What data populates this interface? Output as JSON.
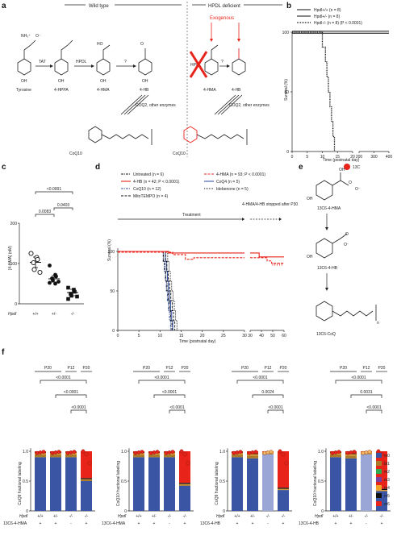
{
  "colors": {
    "red": "#e8231a",
    "blue": "#3a55a4",
    "lightblue": "#9aa6d6",
    "m0": "#3a55a4",
    "m1": "#a87a2a",
    "m2": "#2fa84f",
    "m3": "#7a3fa0",
    "m4": "#f2a227",
    "m5": "#111111",
    "m6": "#e8231a"
  },
  "panel_labels": [
    "a",
    "b",
    "c",
    "d",
    "e",
    "f"
  ],
  "panel_a": {
    "left_title": "Wild type",
    "right_title": "HPDL deficient",
    "exogenous": "Exogenous",
    "molecules": [
      "Tyrosine",
      "4-HPPA",
      "4-HMA",
      "4-HB",
      "4-HMA",
      "4-HB"
    ],
    "enzymes": [
      "TAT",
      "HPDL",
      "?",
      "?",
      "HPDL"
    ],
    "coq_label": "COQ2, other enzymes",
    "coq_product": "CoQ10",
    "chem_text": [
      "NH₃⁺",
      "O⁻",
      "OH",
      "O",
      "HO"
    ]
  },
  "chart_data": [
    {
      "id": "b",
      "type": "line",
      "xlabel": "Time (postnatal day)",
      "ylabel": "Survival (%)",
      "xticks": [
        "0",
        "5",
        "10",
        "15",
        "20",
        "200",
        "300",
        "400"
      ],
      "yticks": [
        "0",
        "50",
        "100"
      ],
      "series": [
        {
          "name": "Hpdl+/+ (n = 8)",
          "style": "solid",
          "points": [
            [
              0,
              100
            ],
            [
              20,
              100
            ],
            [
              400,
              100
            ]
          ]
        },
        {
          "name": "Hpdl+/- (n = 8)",
          "style": "solid",
          "points": [
            [
              0,
              100
            ],
            [
              20,
              100
            ],
            [
              400,
              100
            ]
          ]
        },
        {
          "name": "Hpdl-/- (n = 8) (P < 0.0001)",
          "style": "dotted",
          "points": [
            [
              0,
              100
            ],
            [
              10,
              100
            ],
            [
              10,
              87.5
            ],
            [
              11,
              87.5
            ],
            [
              11,
              75
            ],
            [
              11.5,
              75
            ],
            [
              11.5,
              62.5
            ],
            [
              12,
              62.5
            ],
            [
              12,
              50
            ],
            [
              12.5,
              50
            ],
            [
              12.5,
              37.5
            ],
            [
              13,
              37.5
            ],
            [
              13,
              25
            ],
            [
              13.5,
              25
            ],
            [
              13.5,
              12.5
            ],
            [
              14,
              12.5
            ],
            [
              14,
              0
            ]
          ]
        }
      ]
    },
    {
      "id": "c",
      "type": "scatter",
      "ylabel": "[4-HMA] (nM)",
      "xlabel_prefix": "Hpdl",
      "categories": [
        "+/+",
        "+/-",
        "-/-"
      ],
      "yticks": [
        "0",
        "100",
        "200"
      ],
      "ylim": [
        0,
        200
      ],
      "groups": [
        {
          "category": "+/+",
          "mean": 103,
          "sem": 13,
          "values": [
            125,
            115,
            110,
            102,
            85,
            78
          ]
        },
        {
          "category": "+/-",
          "mean": 62,
          "sem": 8,
          "values": [
            95,
            72,
            68,
            63,
            58,
            55,
            52,
            50
          ]
        },
        {
          "category": "-/-",
          "mean": 28,
          "sem": 8,
          "values": [
            40,
            35,
            30,
            25,
            20,
            18,
            12
          ]
        }
      ],
      "comparisons": [
        {
          "label": "<0.0001",
          "from": "+/+",
          "to": "-/-"
        },
        {
          "label": "0.0403",
          "from": "+/-",
          "to": "-/-"
        },
        {
          "label": "0.0083",
          "from": "+/+",
          "to": "+/-"
        }
      ]
    },
    {
      "id": "d",
      "type": "line",
      "xlabel": "Time (postnatal day)",
      "ylabel": "Survival (%)",
      "xticks": [
        "0",
        "5",
        "10",
        "15",
        "20",
        "25",
        "30",
        "30",
        "40",
        "50",
        "60"
      ],
      "yticks": [
        "0",
        "50",
        "100"
      ],
      "treatment_label": "Treatment",
      "stop_label": "4-HMA/4-HB stopped after P30",
      "legend": [
        {
          "name": "Untreated (n = 6)",
          "color": "#111111",
          "style": "dashdot"
        },
        {
          "name": "4-HB (n = 42; P < 0.0001)",
          "color": "#e8231a",
          "style": "solid"
        },
        {
          "name": "CoQ10 (n = 12)",
          "color": "#3a55a4",
          "style": "dashdot"
        },
        {
          "name": "MitoTEMPO (n = 4)",
          "color": "#111111",
          "style": "dashed"
        },
        {
          "name": "4-HMA (n = 93; P < 0.0001)",
          "color": "#e8231a",
          "style": "dashed"
        },
        {
          "name": "CoQ4 (n = 5)",
          "color": "#3a55a4",
          "style": "solid"
        },
        {
          "name": "Idebenone (n = 5)",
          "color": "#111111",
          "style": "dotted"
        }
      ]
    },
    {
      "id": "f",
      "type": "bar",
      "stacked": true,
      "legend": [
        "m0",
        "m1",
        "m2",
        "m3",
        "m4",
        "m5",
        "m6"
      ],
      "xrow_label": "Hpdl",
      "panels": [
        {
          "ylabel": "CoQ9 fractional labeling",
          "tracer_label": "13C6-4-HMA",
          "genotypes": [
            "+/+",
            "+/-",
            "-/-",
            "-/-"
          ],
          "tracer": [
            "+",
            "+",
            "-",
            "+"
          ],
          "ages": [
            "P20",
            "P12",
            "P20"
          ],
          "pvalues": [
            "<0.0001",
            "<0.0001",
            "<0.0001"
          ],
          "bars": [
            {
              "m0": 0.9,
              "m1": 0.05,
              "m4": 0.02,
              "m5": 0.01,
              "m6": 0.02,
              "light": false
            },
            {
              "m0": 0.9,
              "m1": 0.05,
              "m4": 0.02,
              "m5": 0.01,
              "m6": 0.02,
              "light": false
            },
            {
              "m0": 0.9,
              "m1": 0.05,
              "m4": 0.03,
              "m5": 0.01,
              "m6": 0.01,
              "light": false
            },
            {
              "m0": 0.5,
              "m1": 0.02,
              "m4": 0.01,
              "m5": 0.02,
              "m6": 0.45,
              "light": false
            }
          ]
        },
        {
          "ylabel": "CoQ10 fractional labeling",
          "tracer_label": "13C6-4-HMA",
          "genotypes": [
            "+/+",
            "+/-",
            "-/-",
            "-/-"
          ],
          "tracer": [
            "+",
            "+",
            "-",
            "+"
          ],
          "ages": [
            "P20",
            "P12",
            "P20"
          ],
          "pvalues": [
            "<0.0001",
            "<0.0001",
            "<0.0001"
          ],
          "bars": [
            {
              "m0": 0.9,
              "m1": 0.05,
              "m4": 0.02,
              "m5": 0.01,
              "m6": 0.02,
              "light": false
            },
            {
              "m0": 0.9,
              "m1": 0.05,
              "m4": 0.02,
              "m5": 0.01,
              "m6": 0.02,
              "light": false
            },
            {
              "m0": 0.9,
              "m1": 0.05,
              "m4": 0.03,
              "m5": 0.01,
              "m6": 0.01,
              "light": false
            },
            {
              "m0": 0.42,
              "m1": 0.02,
              "m4": 0.01,
              "m5": 0.02,
              "m6": 0.53,
              "light": false
            }
          ]
        },
        {
          "ylabel": "CoQ9 fractional labeling",
          "tracer_label": "13C6-4-HB",
          "genotypes": [
            "+/+",
            "+/-",
            "-/-",
            "-/-"
          ],
          "tracer": [
            "+",
            "+",
            "-",
            "+"
          ],
          "ages": [
            "P20",
            "P12",
            "P20"
          ],
          "pvalues": [
            "<0.0001",
            "0.0024",
            "<0.0001"
          ],
          "bars": [
            {
              "m0": 0.9,
              "m1": 0.05,
              "m4": 0.02,
              "m5": 0.01,
              "m6": 0.02,
              "light": false
            },
            {
              "m0": 0.88,
              "m1": 0.05,
              "m4": 0.02,
              "m5": 0.01,
              "m6": 0.04,
              "light": false
            },
            {
              "m0": 0.95,
              "m1": 0.01,
              "m4": 0.03,
              "m5": 0.0,
              "m6": 0.01,
              "light": true
            },
            {
              "m0": 0.35,
              "m1": 0.01,
              "m4": 0.01,
              "m5": 0.02,
              "m6": 0.61,
              "light": false
            }
          ]
        },
        {
          "ylabel": "CoQ10 fractional labeling",
          "tracer_label": "13C6-4-HB",
          "genotypes": [
            "+/+",
            "+/-",
            "-/-",
            "-/-"
          ],
          "tracer": [
            "+",
            "+",
            "-",
            "+"
          ],
          "ages": [
            "P20",
            "P12",
            "P20"
          ],
          "pvalues": [
            "<0.0001",
            "0.0031",
            "<0.0001"
          ],
          "bars": [
            {
              "m0": 0.9,
              "m1": 0.05,
              "m4": 0.02,
              "m5": 0.01,
              "m6": 0.02,
              "light": false
            },
            {
              "m0": 0.88,
              "m1": 0.05,
              "m4": 0.02,
              "m5": 0.01,
              "m6": 0.04,
              "light": false
            },
            {
              "m0": 0.95,
              "m1": 0.01,
              "m4": 0.03,
              "m5": 0.0,
              "m6": 0.01,
              "light": true
            },
            {
              "m0": 0.33,
              "m1": 0.01,
              "m4": 0.01,
              "m5": 0.02,
              "m6": 0.63,
              "light": false
            }
          ]
        }
      ],
      "yticks": [
        "0",
        "0.5",
        "1.0"
      ]
    }
  ],
  "panel_e": {
    "legend": "13C",
    "molecules": [
      "13C6-4-HMA",
      "13C6-4-HB",
      "13C6-CoQ"
    ],
    "chem_text": [
      "OH",
      "O",
      "O⁻",
      "HO",
      "n"
    ]
  }
}
